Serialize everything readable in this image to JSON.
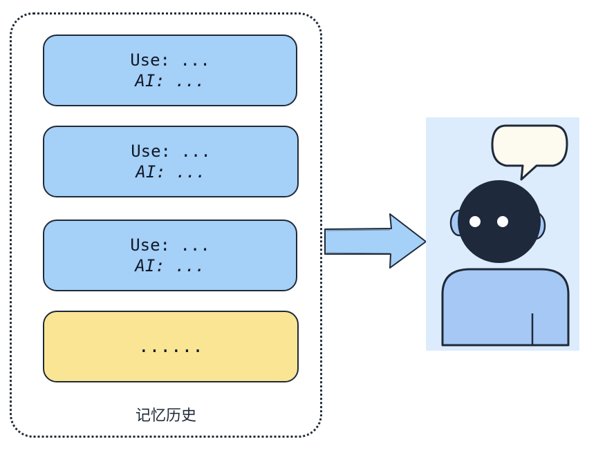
{
  "memory": {
    "caption": "记忆历史",
    "messages": [
      {
        "user": "Use: ...",
        "ai": "AI: ..."
      },
      {
        "user": "Use: ...",
        "ai": "AI: ..."
      },
      {
        "user": "Use: ...",
        "ai": "AI: ..."
      }
    ],
    "more": "......"
  },
  "colors": {
    "message_fill": "#a5d0f7",
    "more_fill": "#fae594",
    "agent_panel": "#dcecfd",
    "head": "#1e293b",
    "body": "#a5c8f5",
    "bubble": "#fdfaf0"
  },
  "icons": {
    "arrow": "right-arrow-icon",
    "agent": "robot-avatar-icon",
    "speech": "speech-bubble-icon"
  }
}
